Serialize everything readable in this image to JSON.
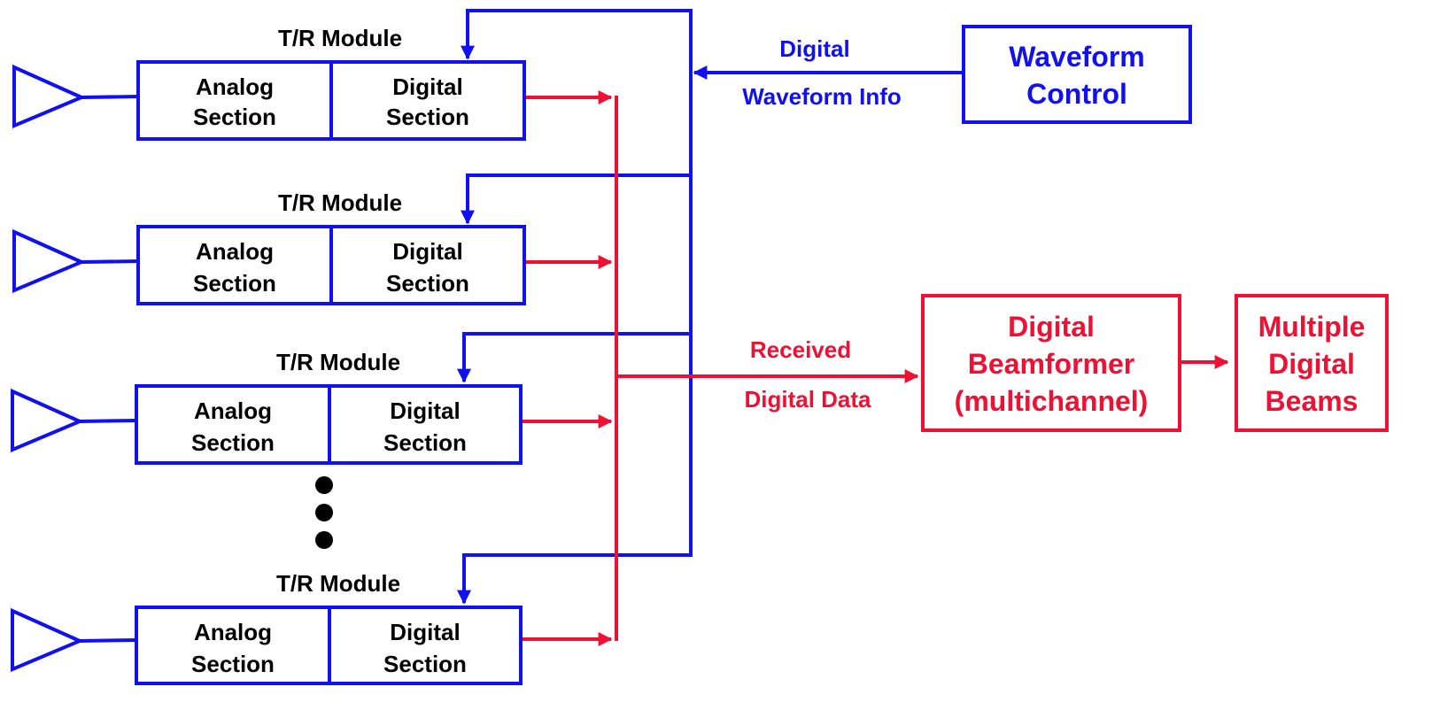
{
  "colors": {
    "control": "#1010f0",
    "data": "#ee1133",
    "text": "#000000"
  },
  "modules": [
    {
      "title": "T/R Module",
      "analog": [
        "Analog",
        "Section"
      ],
      "digital": [
        "Digital",
        "Section"
      ]
    },
    {
      "title": "T/R Module",
      "analog": [
        "Analog",
        "Section"
      ],
      "digital": [
        "Digital",
        "Section"
      ]
    },
    {
      "title": "T/R Module",
      "analog": [
        "Analog",
        "Section"
      ],
      "digital": [
        "Digital",
        "Section"
      ]
    },
    {
      "title": "T/R Module",
      "analog": [
        "Analog",
        "Section"
      ],
      "digital": [
        "Digital",
        "Section"
      ]
    }
  ],
  "waveform_control": {
    "lines": [
      "Waveform",
      "Control"
    ]
  },
  "waveform_bus_label": {
    "lines": [
      "Digital",
      "Waveform Info"
    ]
  },
  "received_label": {
    "lines": [
      "Received",
      "Digital Data"
    ]
  },
  "beamformer": {
    "lines": [
      "Digital",
      "Beamformer",
      "(multichannel)"
    ]
  },
  "beams": {
    "lines": [
      "Multiple",
      "Digital",
      "Beams"
    ]
  },
  "continuation": {
    "icon": "vertical-ellipsis-icon",
    "dots": 3
  }
}
